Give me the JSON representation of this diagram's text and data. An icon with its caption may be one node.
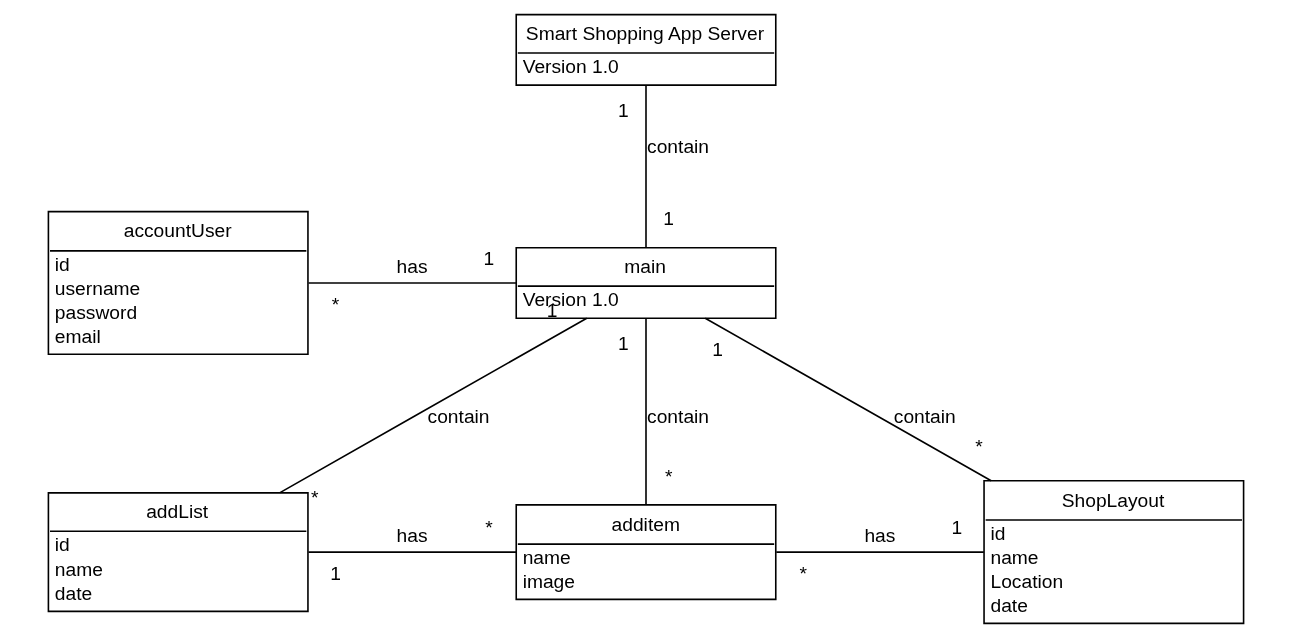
{
  "diagram": {
    "nodes": [
      {
        "text": [
          "Smart Shopping App Server",
          "Version 1.0"
        ]
      },
      {
        "text": [
          "accountUser",
          "id",
          "username",
          "password",
          "email"
        ]
      },
      {
        "text": [
          "main",
          "Version 1.0"
        ]
      },
      {
        "text": [
          "addList",
          "id",
          "name",
          "date"
        ]
      },
      {
        "text": [
          "additem",
          "name",
          "image"
        ]
      },
      {
        "text": [
          "ShopLayout",
          "id",
          "name",
          "Location",
          "date"
        ]
      }
    ],
    "edges": [
      {
        "from": 0,
        "to": 2,
        "arrow": "none",
        "label": "contain"
      },
      {
        "from": 1,
        "to": 2,
        "arrow": "none",
        "label": "has"
      },
      {
        "from": 2,
        "to": 3,
        "arrow": "none",
        "label": "contain"
      },
      {
        "from": 2,
        "to": 4,
        "arrow": "none",
        "label": "contain"
      },
      {
        "from": 2,
        "to": 5,
        "arrow": "none",
        "label": "contain"
      },
      {
        "from": 3,
        "to": 4,
        "arrow": "none",
        "label": "has"
      },
      {
        "from": 4,
        "to": 5,
        "arrow": "none",
        "label": "has"
      }
    ],
    "labels": [
      "1",
      "1",
      "*",
      "1",
      "1",
      "1",
      "1",
      "*",
      "*",
      "*",
      "*",
      "1",
      "1",
      "*"
    ]
  }
}
